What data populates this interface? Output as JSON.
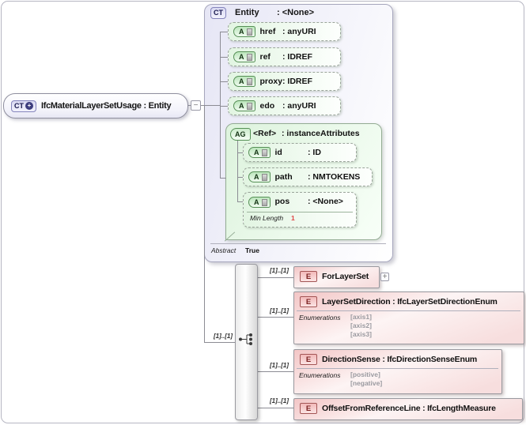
{
  "root_element": {
    "badge": "CT",
    "plus_glyph": "+",
    "label": "IfcMaterialLayerSetUsage : Entity",
    "collapse_glyph": "−"
  },
  "entity_type": {
    "badge": "CT",
    "name": "Entity",
    "type": ": <None>",
    "attributes": [
      {
        "badge": "A",
        "name": "href",
        "type": ": anyURI"
      },
      {
        "badge": "A",
        "name": "ref",
        "type": ": IDREF"
      },
      {
        "badge": "A",
        "name": "proxy",
        "type": ": IDREF"
      },
      {
        "badge": "A",
        "name": "edo",
        "type": ": anyURI"
      }
    ],
    "attribute_group": {
      "badge": "AG",
      "name": "<Ref>",
      "type": ": instanceAttributes",
      "attributes": [
        {
          "badge": "A",
          "name": "id",
          "type": ": ID"
        },
        {
          "badge": "A",
          "name": "path",
          "type": ": NMTOKENS"
        },
        {
          "badge": "A",
          "name": "pos",
          "type": ": <None>"
        }
      ],
      "pos_facet": {
        "label": "Min Length",
        "value": "1"
      }
    },
    "footer": {
      "label": "Abstract",
      "value": "True"
    }
  },
  "sequence": {
    "cardinality": "[1]..[1]"
  },
  "children": [
    {
      "badge": "E",
      "cardinality": "[1]..[1]",
      "label": "ForLayerSet",
      "expand_glyph": "+"
    },
    {
      "badge": "E",
      "cardinality": "[1]..[1]",
      "label": "LayerSetDirection : IfcLayerSetDirectionEnum",
      "facet_label": "Enumerations",
      "values": [
        "[axis1]",
        "[axis2]",
        "[axis3]"
      ]
    },
    {
      "badge": "E",
      "cardinality": "[1]..[1]",
      "label": "DirectionSense : IfcDirectionSenseEnum",
      "facet_label": "Enumerations",
      "values": [
        "[positive]",
        "[negative]"
      ]
    },
    {
      "badge": "E",
      "cardinality": "[1]..[1]",
      "label": "OffsetFromReferenceLine : IfcLengthMeasure"
    }
  ],
  "colors": {
    "entity_fill": "#e6e6f5",
    "attribute_fill": "#e2f5e2",
    "element_fill": "#f3c6c6",
    "facet_value_red": "#e04545",
    "accent_purple": "#8484bc",
    "accent_green": "#569056",
    "accent_red": "#a35555"
  }
}
